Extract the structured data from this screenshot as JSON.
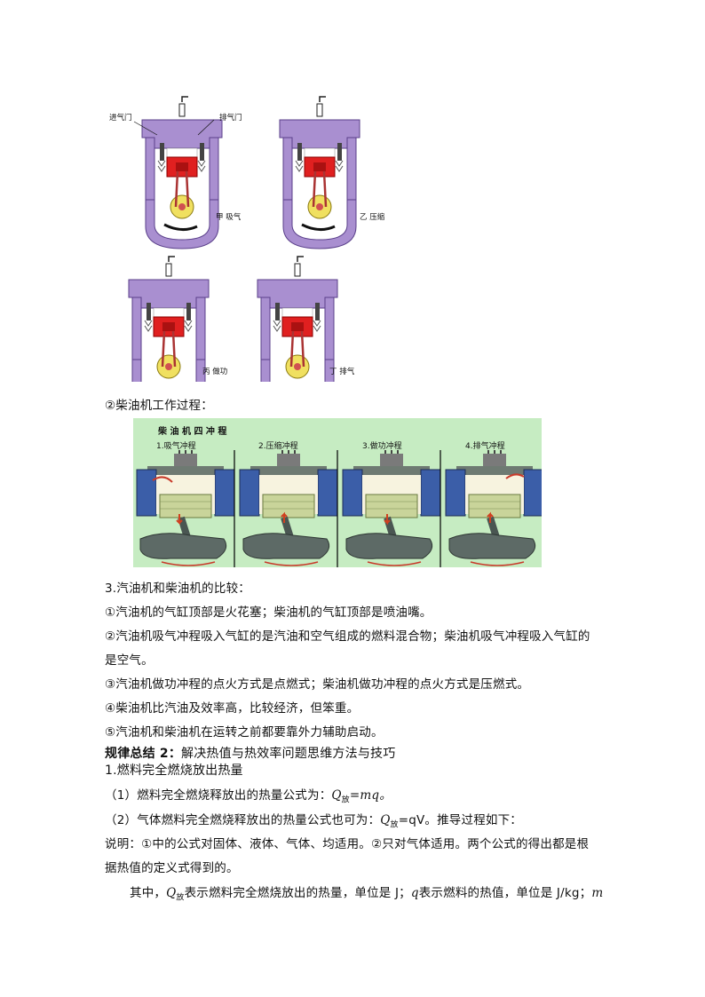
{
  "gasoline_figures": {
    "intake_valve_label": "进气门",
    "exhaust_valve_label": "排气门",
    "captions": [
      "甲 吸气",
      "乙 压缩",
      "丙 做功",
      "丁 排气"
    ]
  },
  "diesel_heading": "②柴油机工作过程：",
  "diesel_figure": {
    "title": "柴 油 机 四 冲 程",
    "strokes": [
      "1.吸气冲程",
      "2.压缩冲程",
      "3.做功冲程",
      "4.排气冲程"
    ],
    "colors": {
      "background": "#c6ecc2",
      "cylinder": "#5b6e8f",
      "piston": "#c9d49a",
      "crank": "#5d6a66"
    }
  },
  "comparison": {
    "heading": "3.汽油机和柴油机的比较：",
    "items": [
      "①汽油机的气缸顶部是火花塞；柴油机的气缸顶部是喷油嘴。",
      "②汽油机吸气冲程吸入气缸的是汽油和空气组成的燃料混合物；柴油机吸气冲程吸入气缸的",
      "是空气。",
      "③汽油机做功冲程的点火方式是点燃式；柴油机做功冲程的点火方式是压燃式。",
      "④柴油机比汽油及效率高，比较经济，但笨重。",
      "⑤汽油机和柴油机在运转之前都要靠外力辅助启动。"
    ]
  },
  "summary": {
    "label": "规律总结 2：",
    "title": "解决热值与热效率问题思维方法与技巧",
    "sub1": "1.燃料完全燃烧放出热量",
    "p1_pre": "（1）燃料完全燃烧释放出的热量公式为：",
    "p1_formula": "Q",
    "p1_sub": "放",
    "p1_rest": "=mq。",
    "p2_pre": "（2）气体燃料完全燃烧释放出的热量公式也可为：",
    "p2_formula": "Q",
    "p2_sub": "放",
    "p2_rest": "=qV。推导过程如下：",
    "note1": "说明：①中的公式对固体、液体、气体、均适用。②只对气体适用。两个公式的得出都是根",
    "note2": "据热值的定义式得到的。",
    "p3_pre": "其中，",
    "p3_q": "Q",
    "p3_sub": "放",
    "p3_mid": "表示燃料完全燃烧放出的热量，单位是 J；",
    "p3_q2": "q",
    "p3_rest": "表示燃料的热值，单位是 J/kg；",
    "p3_m": "m"
  }
}
